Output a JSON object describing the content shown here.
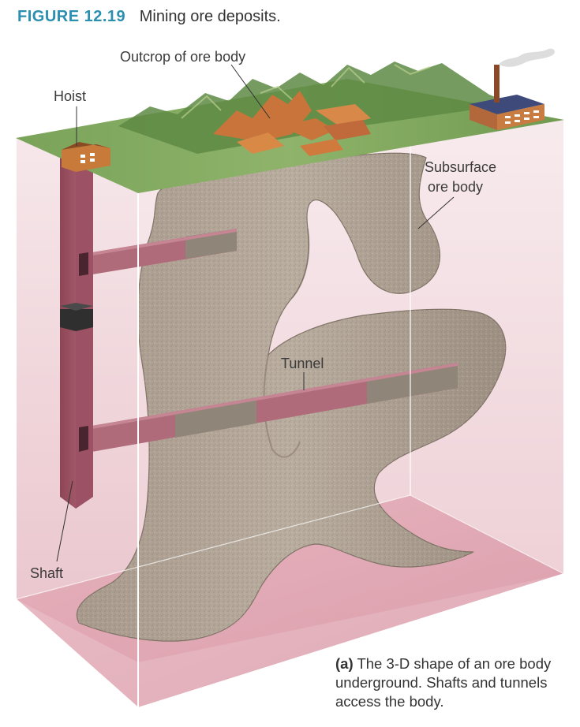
{
  "figure": {
    "number": "FIGURE 12.19",
    "title": "Mining ore deposits."
  },
  "labels": {
    "outcrop": "Outcrop of ore body",
    "hoist": "Hoist",
    "subsurface_line1": "Subsurface",
    "subsurface_line2": "ore body",
    "tunnel": "Tunnel",
    "shaft": "Shaft"
  },
  "caption": {
    "part": "(a)",
    "text": "The 3-D shape of an ore body underground. Shafts and tunnels access the body."
  }
}
